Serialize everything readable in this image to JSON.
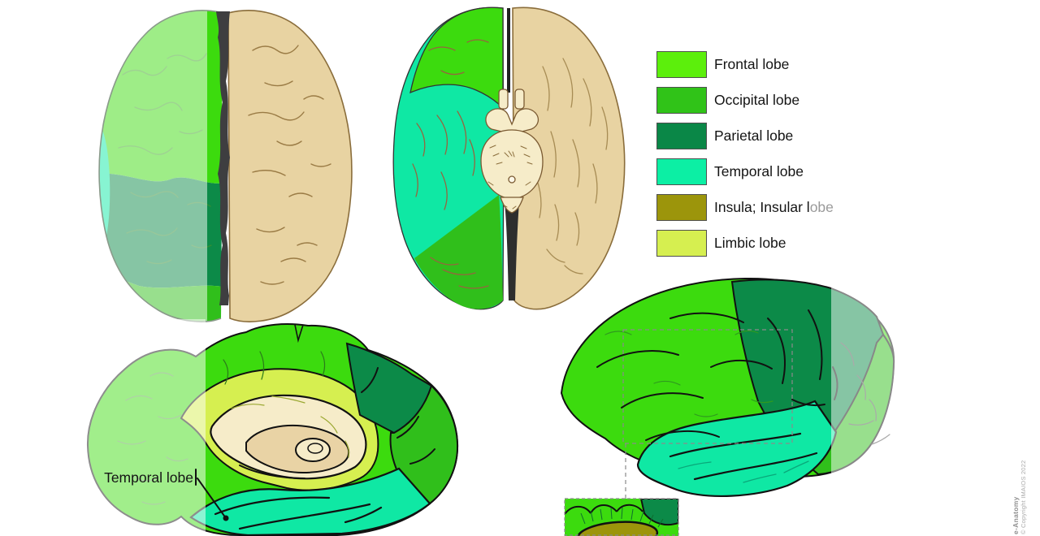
{
  "palette": {
    "frontal": "#3CDB0E",
    "occipital": "#30BF1B",
    "parietal": "#0C8A48",
    "temporal": "#0FE8A4",
    "insula": "#9C950B",
    "limbic": "#D6EF50",
    "tan": "#E8D3A2",
    "tan_inner": "#E9D3A5",
    "cream": "#F6ECC9",
    "fissure": "#3E3E40"
  },
  "legend": {
    "items": [
      {
        "label": "Frontal lobe",
        "color": "#5CEF0C"
      },
      {
        "label": "Occipital lobe",
        "color": "#30C318"
      },
      {
        "label": "Parietal lobe",
        "color": "#0A8747"
      },
      {
        "label": "Temporal lobe",
        "color": "#0CEFA4"
      },
      {
        "label_primary": "Insula; Insular l",
        "label_muted": "obe",
        "color": "#9C950B"
      },
      {
        "label": "Limbic lobe",
        "color": "#D6EF50"
      }
    ]
  },
  "annotations": {
    "temporal_label": "Temporal lobe"
  },
  "watermark": {
    "brand": "e-Anatomy",
    "copyright": "© Copyright IMAIOS 2022"
  }
}
